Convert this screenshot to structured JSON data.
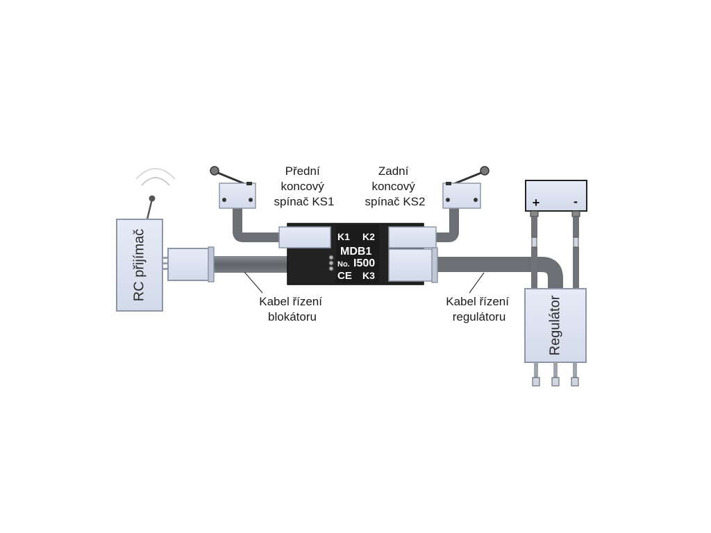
{
  "receiver": {
    "label": "RC přijímač"
  },
  "front_switch": {
    "lines": [
      "Přední",
      "koncový",
      "spínač KS1"
    ]
  },
  "rear_switch": {
    "lines": [
      "Zadní",
      "koncový",
      "spínač KS2"
    ]
  },
  "module": {
    "k1": "K1",
    "k2": "K2",
    "name": "MDB1",
    "no_label": "No.",
    "number": "I500",
    "ce": "CE",
    "k3": "K3"
  },
  "battery": {
    "plus": "+",
    "minus": "-"
  },
  "regulator": {
    "label": "Regulátor"
  },
  "cable_blocker": {
    "lines": [
      "Kabel řízení",
      "blokátoru"
    ]
  },
  "cable_regulator": {
    "lines": [
      "Kabel řízení",
      "regulátoru"
    ]
  },
  "colors": {
    "box_fill": "#dde3f1",
    "box_stroke": "#8d96a6",
    "cable": "#6c6f74",
    "module_body": "#222222"
  }
}
